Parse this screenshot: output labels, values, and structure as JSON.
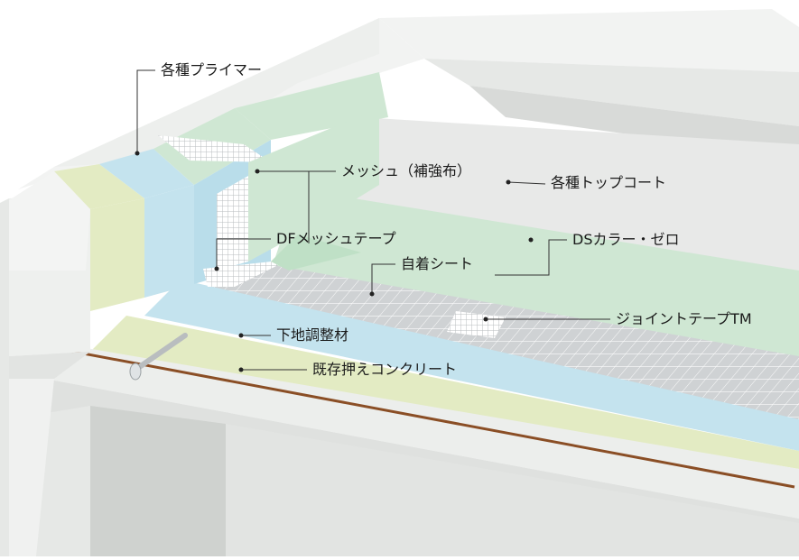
{
  "labels": {
    "primer": "各種プライマー",
    "mesh": "メッシュ（補強布）",
    "topcoat": "各種トップコート",
    "df_mesh_tape": "DFメッシュテープ",
    "ds_color_zero": "DSカラー・ゼロ",
    "self_adhesive_sheet": "自着シート",
    "joint_tape": "ジョイントテープTM",
    "base_conditioner": "下地調整材",
    "existing_concrete": "既存押えコンクリート"
  },
  "colors": {
    "concrete": "#eef0ee",
    "concrete_shadow": "#d6d9d6",
    "primer_blue": "#c4e3ee",
    "primer_yellow": "#e3ebc3",
    "coat_green": "#cfe7d3",
    "topcoat_gray": "#e7e8e7",
    "mesh_gray": "#d3d5d6",
    "drain_brown": "#8a4e25"
  }
}
